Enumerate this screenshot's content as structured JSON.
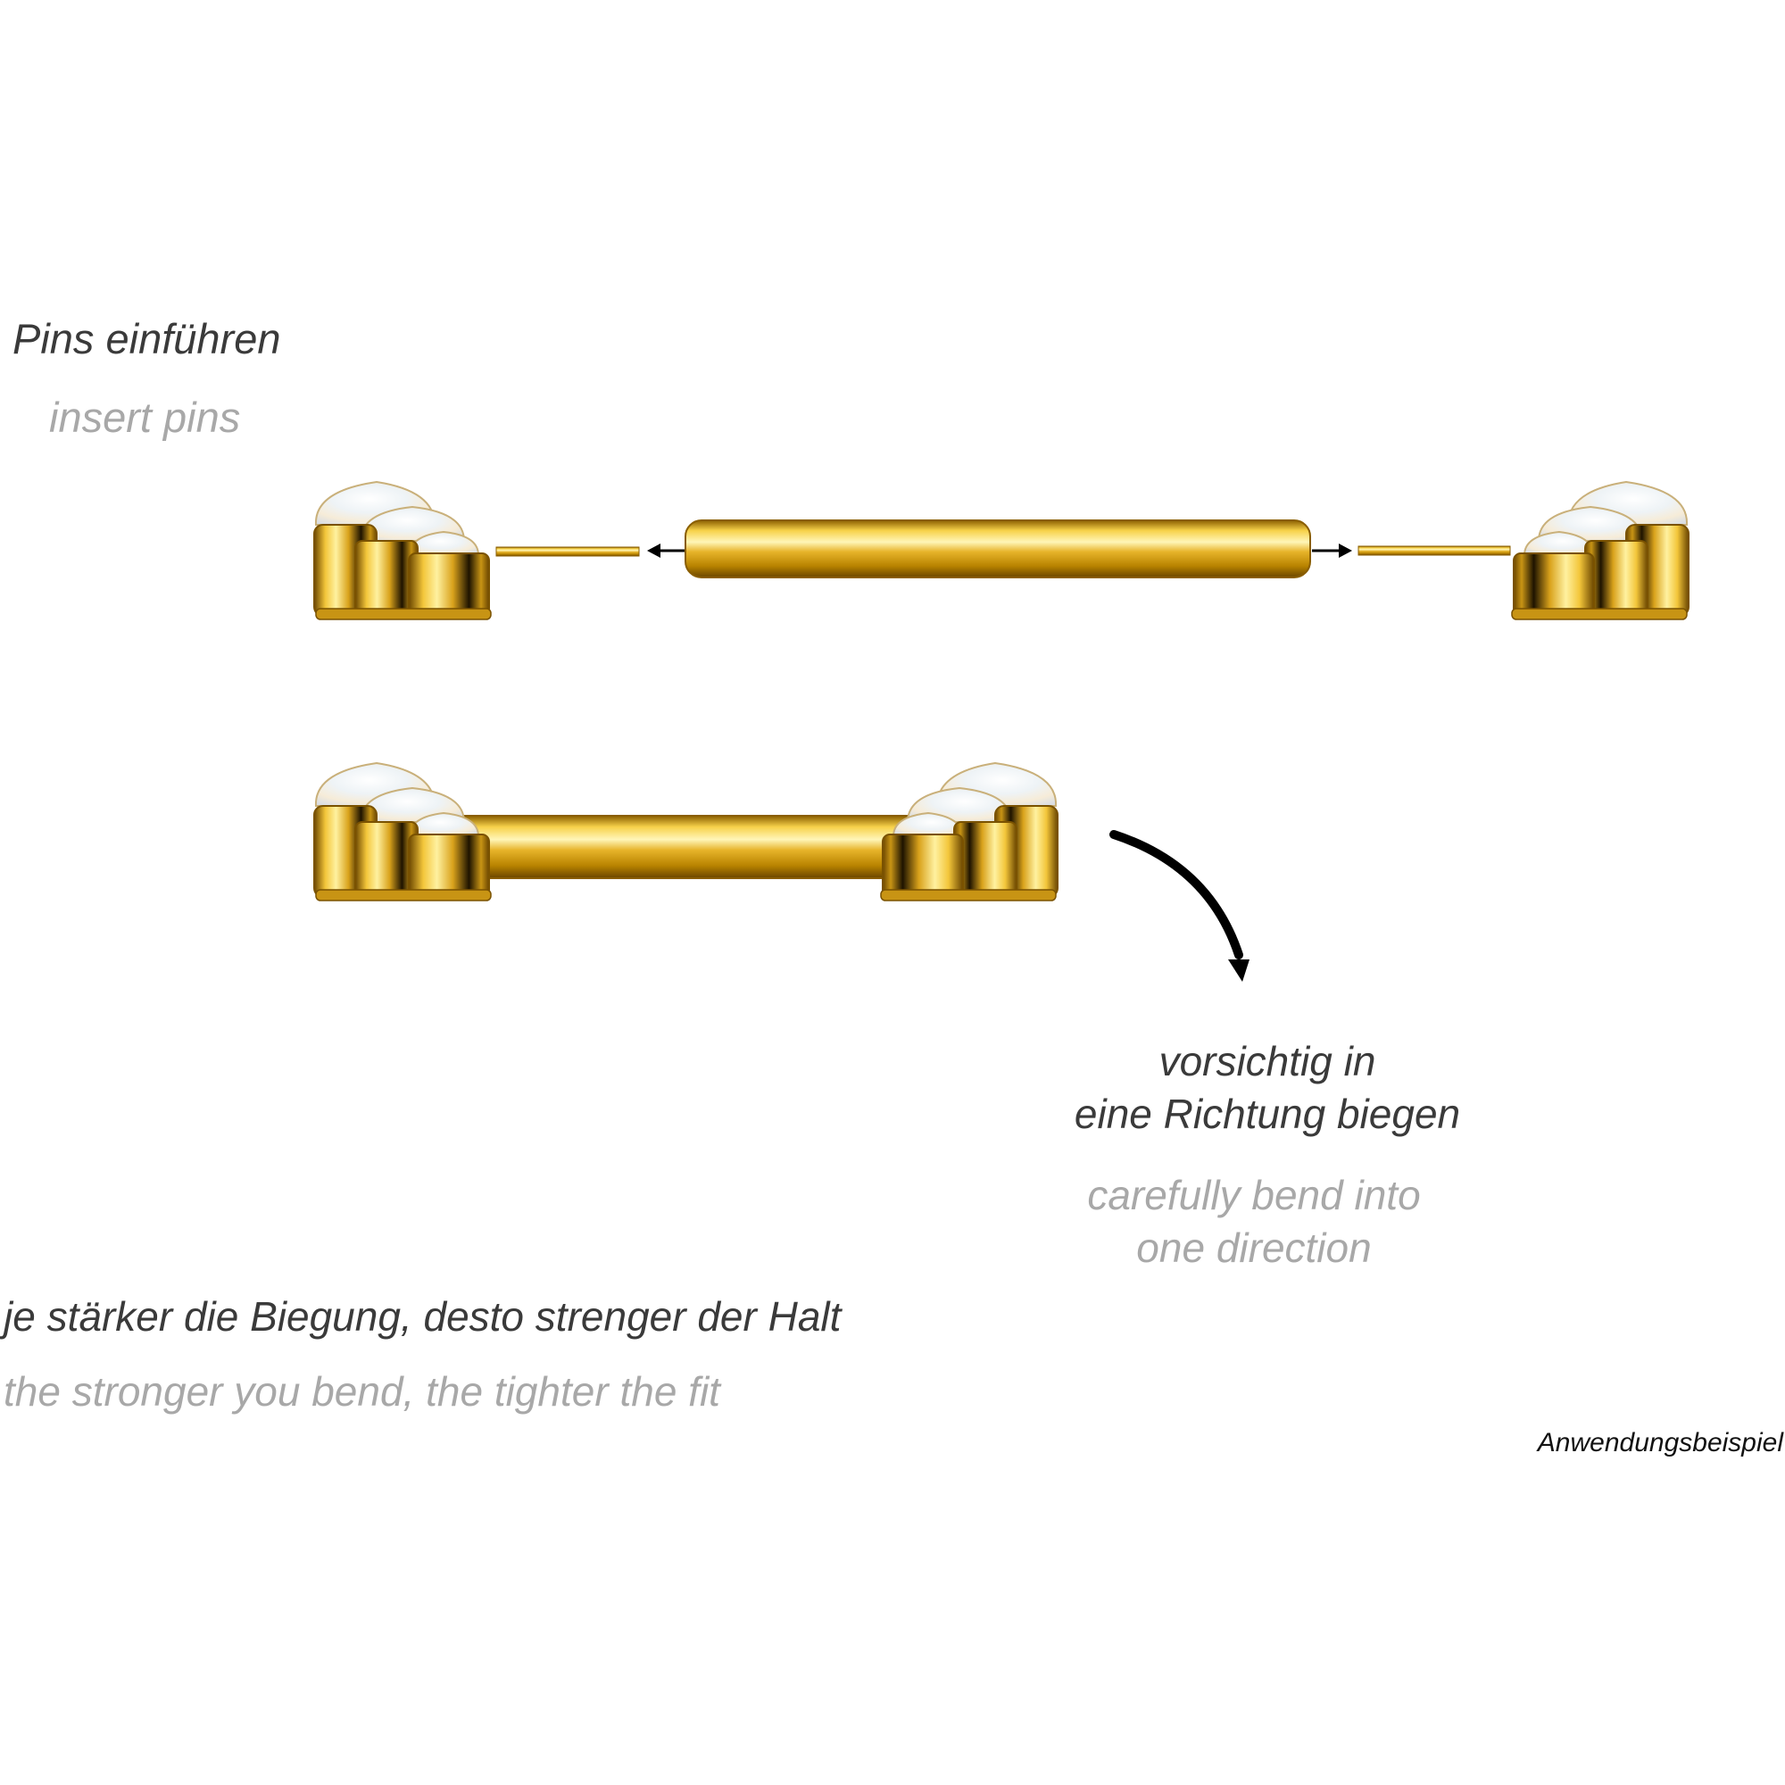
{
  "step1": {
    "title_de": "Pins einführen",
    "title_en": "insert pins"
  },
  "step2": {
    "title_de_line1": "vorsichtig in",
    "title_de_line2": "eine Richtung biegen",
    "title_en_line1": "carefully bend into",
    "title_en_line2": "one direction"
  },
  "note": {
    "de": "je stärker die Biegung, desto strenger der Halt",
    "en": "the stronger you bend, the tighter the fit"
  },
  "label": "Anwendungsbeispiel",
  "colors": {
    "gold": "#d9a21b",
    "gold_light": "#fff2a8",
    "gold_dark": "#7a5200",
    "opal": "#f1f4f6",
    "german_text": "#3a3a3a",
    "english_text": "#a8a8a8"
  },
  "icons": [
    "arrow-left-icon",
    "arrow-right-icon",
    "curved-bend-arrow-icon"
  ]
}
